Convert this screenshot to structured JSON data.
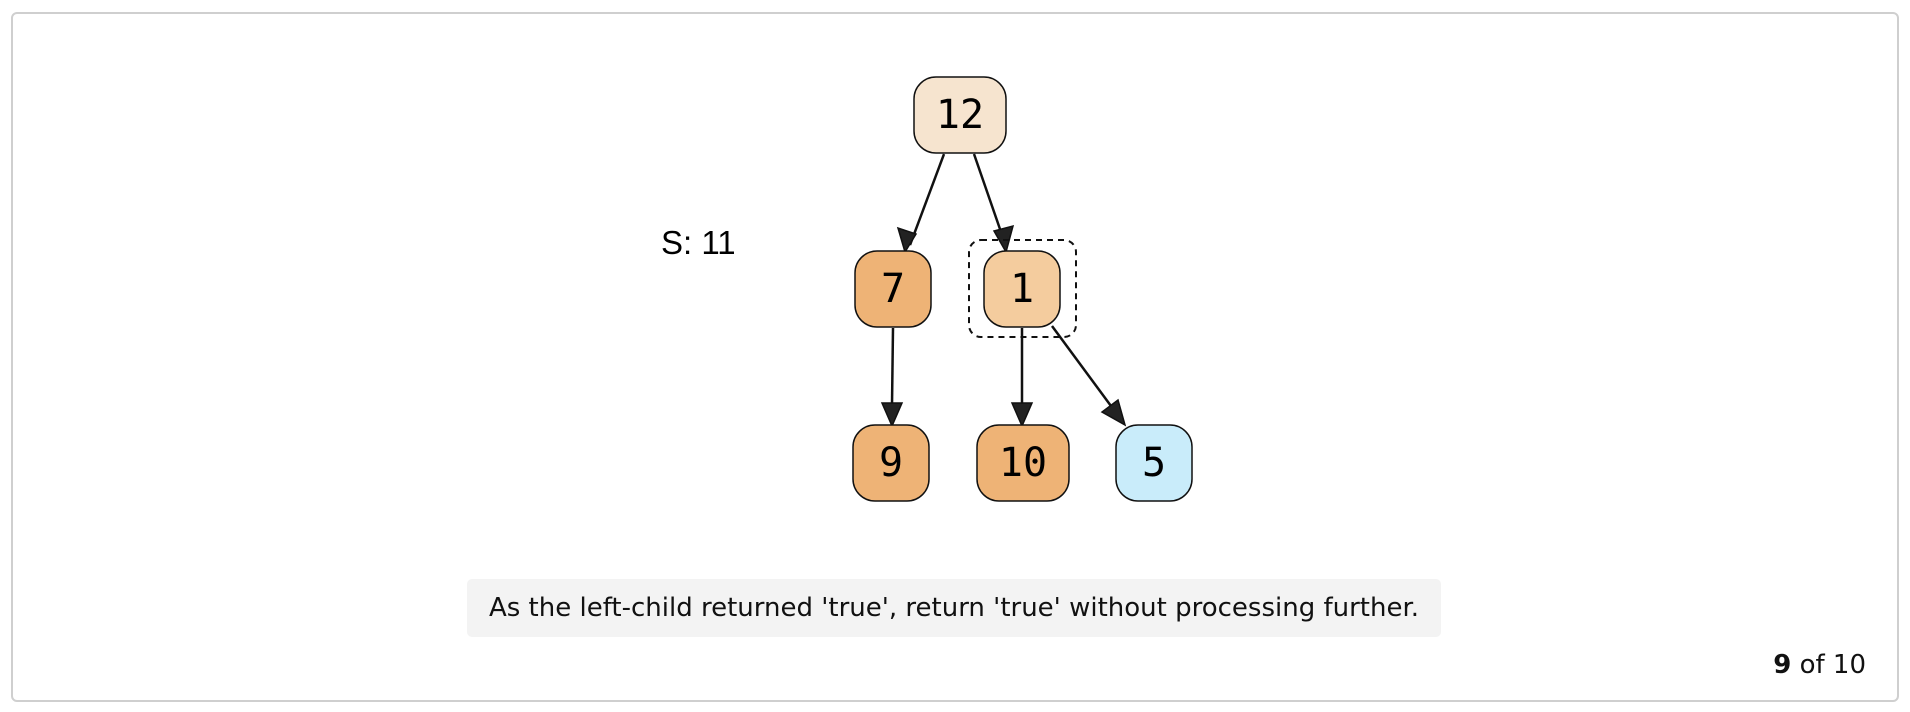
{
  "sum_label": "S: 11",
  "nodes": [
    {
      "id": "12",
      "label": "12",
      "color": "#f6e4cf"
    },
    {
      "id": "7",
      "label": "7",
      "color": "#eeb376"
    },
    {
      "id": "1",
      "label": "1",
      "color": "#f4cc9e"
    },
    {
      "id": "9",
      "label": "9",
      "color": "#eeb376"
    },
    {
      "id": "10",
      "label": "10",
      "color": "#eeb376"
    },
    {
      "id": "5",
      "label": "5",
      "color": "#c9ecfa"
    }
  ],
  "edges": [
    {
      "from": "12",
      "to": "7"
    },
    {
      "from": "12",
      "to": "1"
    },
    {
      "from": "7",
      "to": "9"
    },
    {
      "from": "1",
      "to": "10"
    },
    {
      "from": "1",
      "to": "5"
    }
  ],
  "highlighted_node": "1",
  "caption": "As the left-child returned 'true', return 'true' without processing further.",
  "pager": {
    "current": "9",
    "separator": "of",
    "total": "10"
  }
}
